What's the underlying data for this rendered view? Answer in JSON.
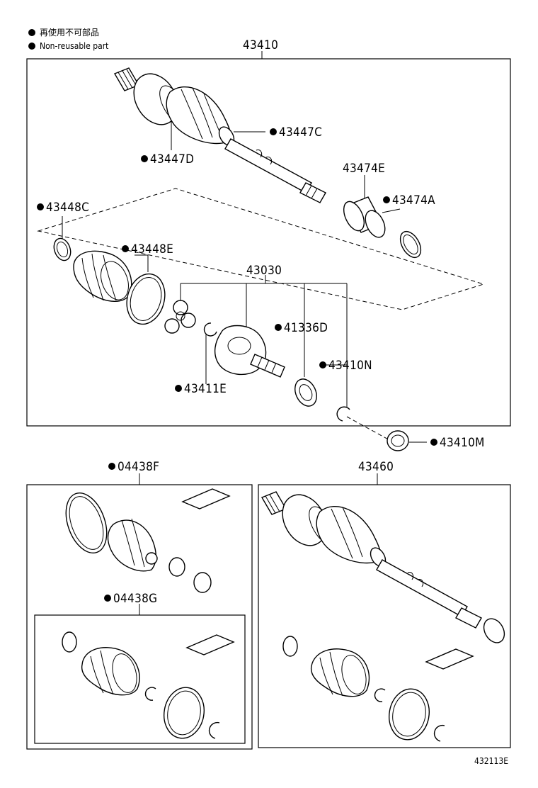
{
  "legend": {
    "non_reusable_ja": "再使用不可部品",
    "non_reusable_en": "Non-reusable part"
  },
  "labels": {
    "p43410": "43410",
    "p43447C": "43447C",
    "p43447D": "43447D",
    "p43474E": "43474E",
    "p43474A": "43474A",
    "p43448C": "43448C",
    "p43448E": "43448E",
    "p43030": "43030",
    "p41336D": "41336D",
    "p43410N": "43410N",
    "p43411E": "43411E",
    "p43410M": "43410M",
    "p04438F": "04438F",
    "p04438G": "04438G",
    "p43460": "43460"
  },
  "figure_id": "432113E"
}
